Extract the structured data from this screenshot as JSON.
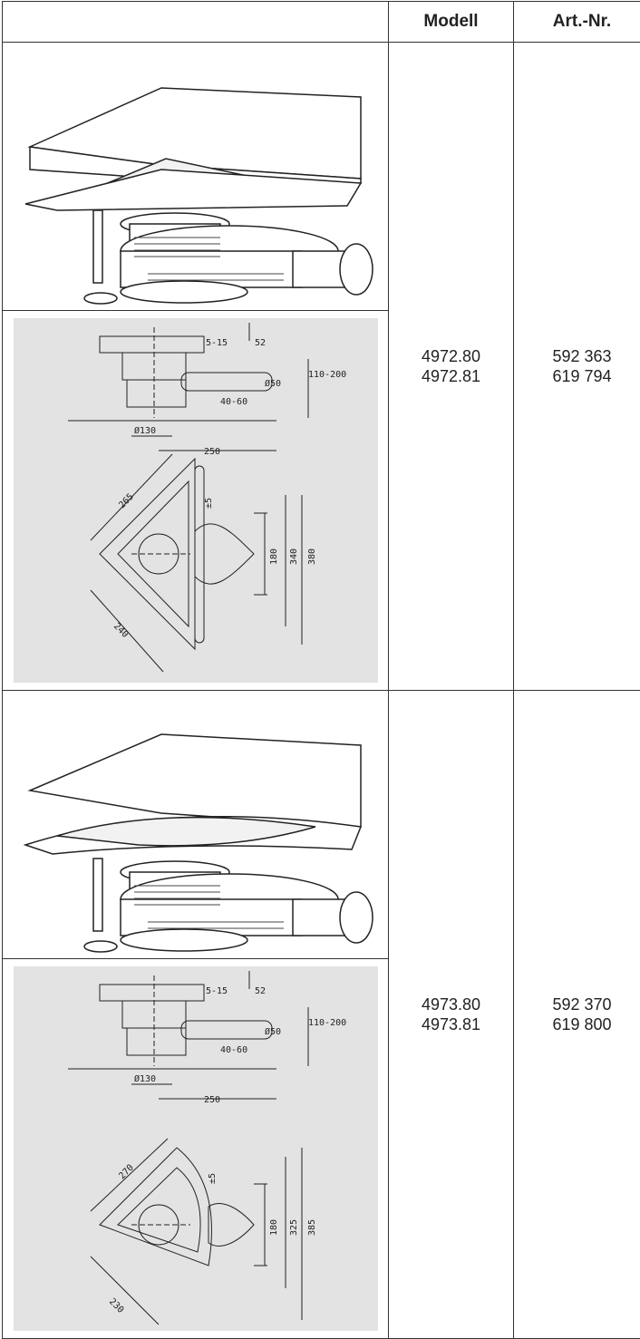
{
  "header": {
    "col_model": "Modell",
    "col_artnr": "Art.-Nr."
  },
  "products": [
    {
      "models": [
        "4972.80",
        "4972.81"
      ],
      "artnrs": [
        "592 363",
        "619 794"
      ],
      "side_view_dims": {
        "d_inlet": "Ø50",
        "height_range": "110-200",
        "frame": "5-15",
        "top": "52",
        "adjust": "40-60",
        "d_body": "Ø130",
        "length": "250"
      },
      "top_view_dims": {
        "side_a": "265",
        "side_b": "240",
        "tol": "±5",
        "w1": "180",
        "w2": "340",
        "w3": "380"
      }
    },
    {
      "models": [
        "4973.80",
        "4973.81"
      ],
      "artnrs": [
        "592 370",
        "619 800"
      ],
      "side_view_dims": {
        "d_inlet": "Ø50",
        "height_range": "110-200",
        "frame": "5-15",
        "top": "52",
        "adjust": "40-60",
        "d_body": "Ø130",
        "length": "250"
      },
      "top_view_dims": {
        "side_a": "270",
        "side_b": "230",
        "tol": "±5",
        "w1": "180",
        "w2": "325",
        "w3": "385"
      }
    }
  ]
}
